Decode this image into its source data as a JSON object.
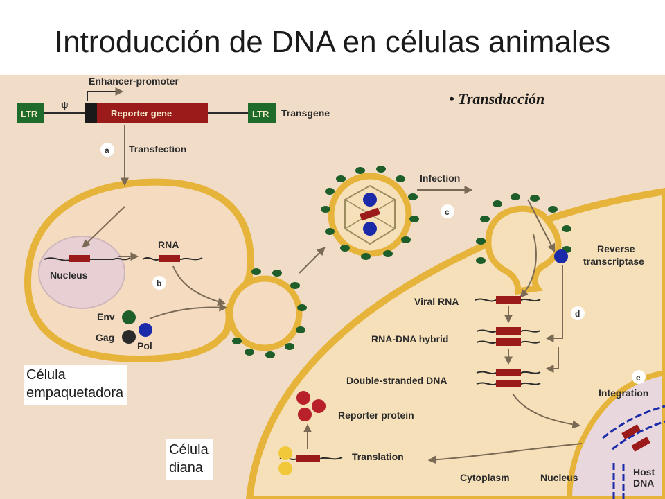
{
  "slide": {
    "title": "Introducción de DNA en células animales",
    "bullet": "Transducción",
    "packaging_cell": "Célula\nempaquetadora",
    "target_cell": "Célula\ndiana"
  },
  "diagram": {
    "enhancer_promoter": "Enhancer-promoter",
    "psi": "ψ",
    "ltr_left": "LTR",
    "reporter_gene": "Reporter gene",
    "ltr_right": "LTR",
    "transgene": "Transgene",
    "step_a": "a",
    "transfection": "Transfection",
    "nucleus_left": "Nucleus",
    "rna": "RNA",
    "step_b": "b",
    "env": "Env",
    "gag": "Gag",
    "pol": "Pol",
    "infection": "Infection",
    "step_c": "c",
    "reverse_transcriptase_1": "Reverse",
    "reverse_transcriptase_2": "transcriptase",
    "viral_rna": "Viral RNA",
    "step_d": "d",
    "rna_dna_hybrid": "RNA-DNA hybrid",
    "double_stranded_dna": "Double-stranded DNA",
    "step_e": "e",
    "integration": "Integration",
    "reporter_protein": "Reporter protein",
    "translation": "Translation",
    "cytoplasm": "Cytoplasm",
    "nucleus_right": "Nucleus",
    "host_dna_1": "Host",
    "host_dna_2": "DNA"
  },
  "colors": {
    "background": "#f1dcc8",
    "membrane": "#e6b43a",
    "dna_box": "#9b1b1b",
    "ltr_box": "#1f6b2c",
    "spike": "#1e5e2a",
    "pol": "#1a2aa8",
    "reporter_protein": "#b8202a",
    "ribosome": "#f0c83a"
  }
}
